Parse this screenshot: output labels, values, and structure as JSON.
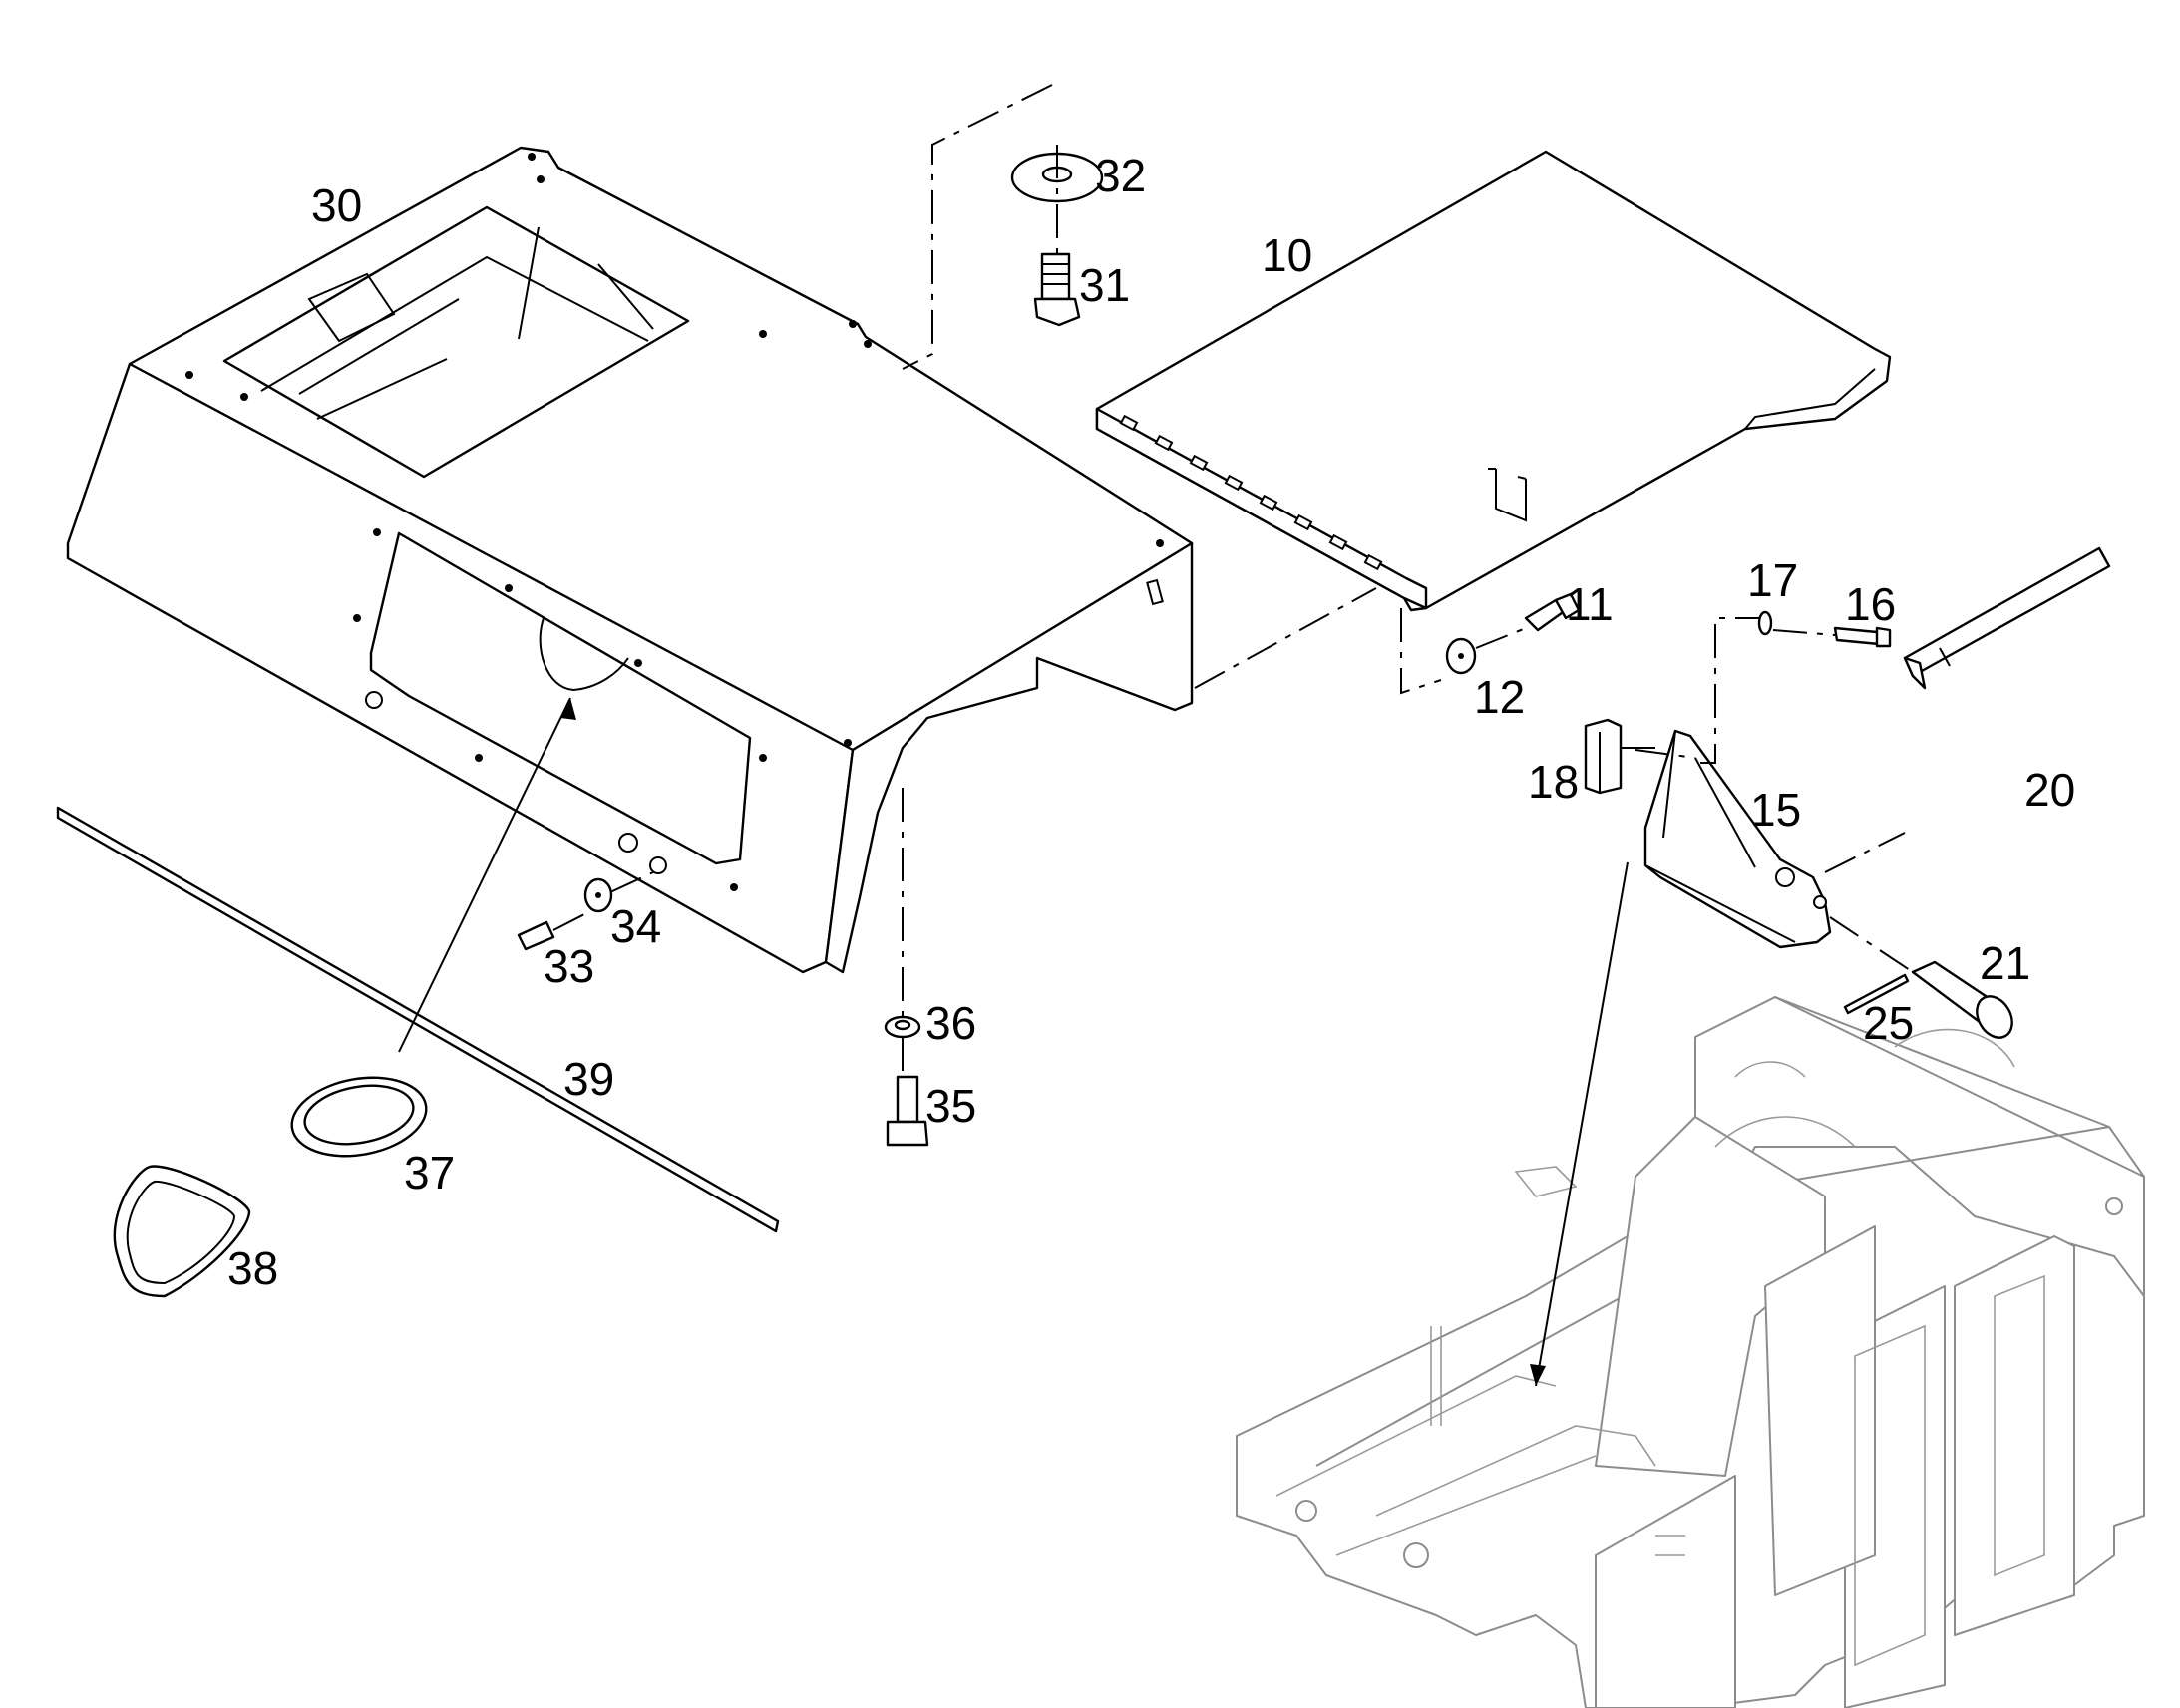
{
  "diagram": {
    "callouts": [
      {
        "id": "label-10",
        "text": "10"
      },
      {
        "id": "label-11",
        "text": "11"
      },
      {
        "id": "label-12",
        "text": "12"
      },
      {
        "id": "label-15",
        "text": "15"
      },
      {
        "id": "label-16",
        "text": "16"
      },
      {
        "id": "label-17",
        "text": "17"
      },
      {
        "id": "label-18",
        "text": "18"
      },
      {
        "id": "label-20",
        "text": "20"
      },
      {
        "id": "label-21",
        "text": "21"
      },
      {
        "id": "label-25",
        "text": "25"
      },
      {
        "id": "label-30",
        "text": "30"
      },
      {
        "id": "label-31",
        "text": "31"
      },
      {
        "id": "label-32",
        "text": "32"
      },
      {
        "id": "label-33",
        "text": "33"
      },
      {
        "id": "label-34",
        "text": "34"
      },
      {
        "id": "label-35",
        "text": "35"
      },
      {
        "id": "label-36",
        "text": "36"
      },
      {
        "id": "label-37",
        "text": "37"
      },
      {
        "id": "label-38",
        "text": "38"
      },
      {
        "id": "label-39",
        "text": "39"
      }
    ]
  }
}
